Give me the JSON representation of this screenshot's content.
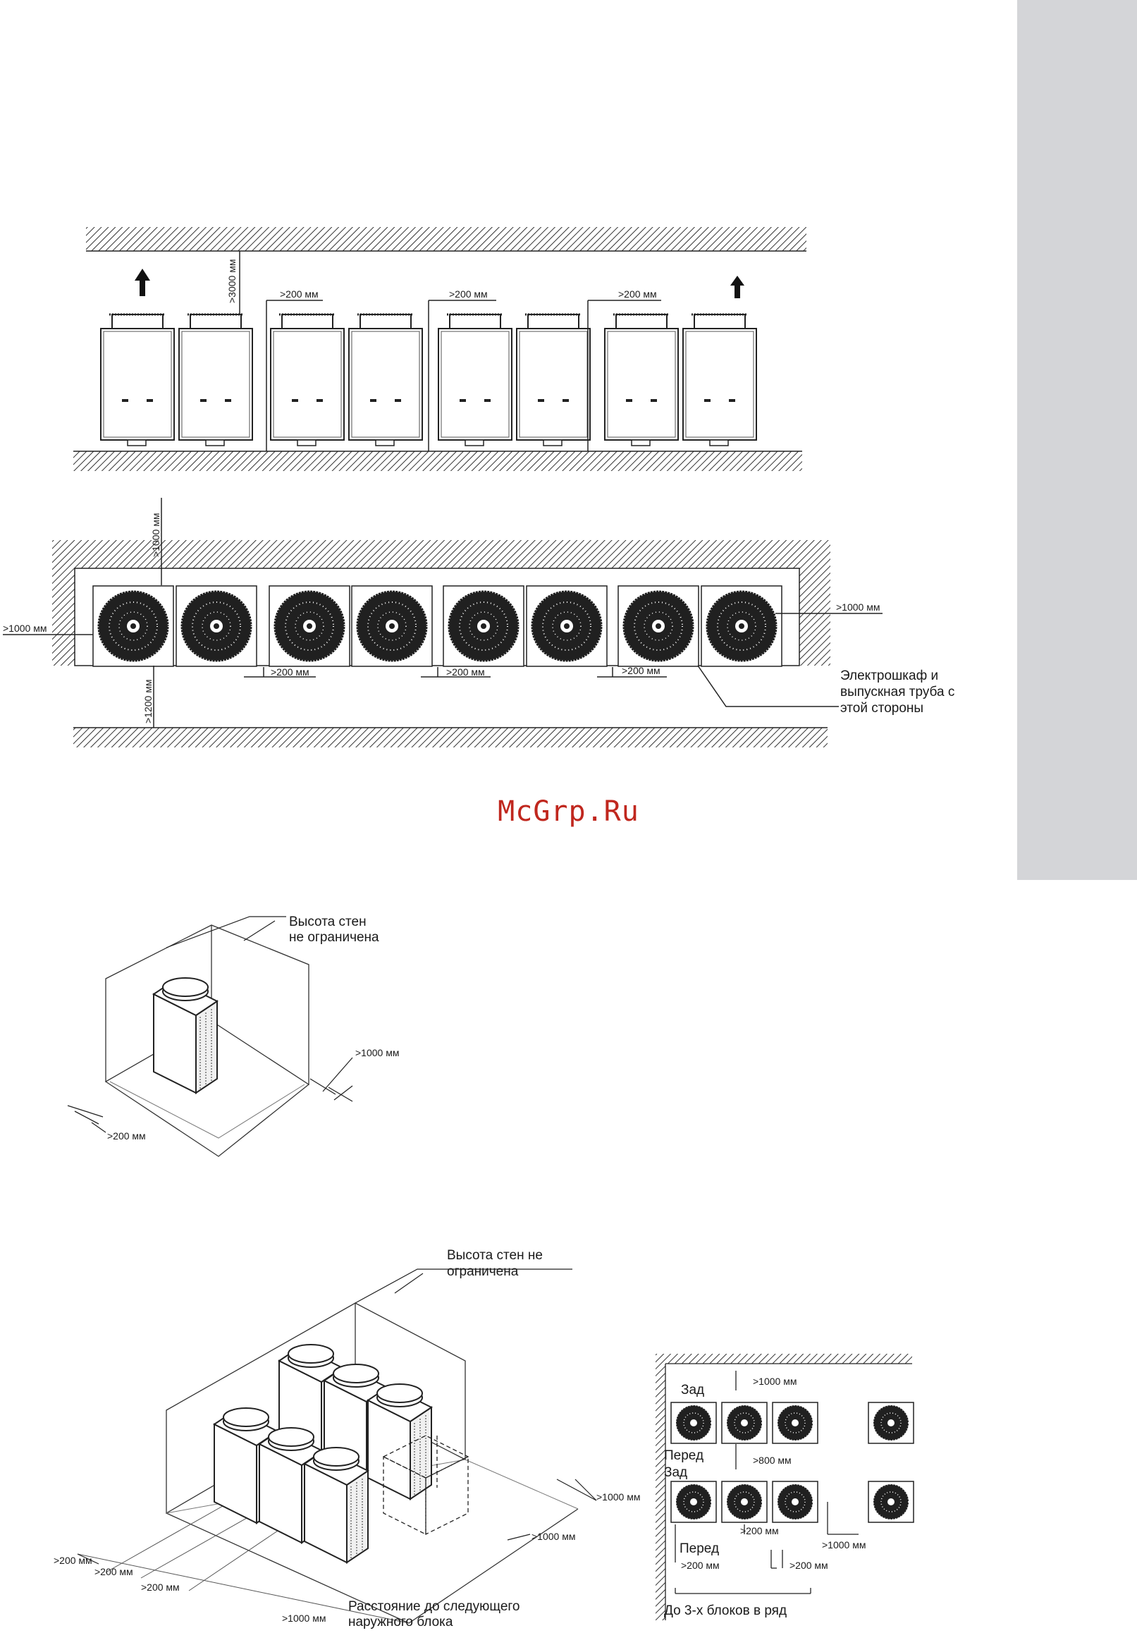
{
  "colors": {
    "side_tab": "#d4d5d8",
    "watermark": "#c0271e",
    "line": "#1a1a1a"
  },
  "watermark": "McGrp.Ru",
  "front_view": {
    "top_clearance": ">3000 мм",
    "gap_labels": [
      ">200 мм",
      ">200 мм",
      ">200 мм"
    ],
    "airflow_icon": "up-arrow-icon"
  },
  "top_view": {
    "top_clearance": ">1000 мм",
    "left_clearance": ">1000 мм",
    "right_clearance": ">1000 мм",
    "bottom_clearance": ">1200 мм",
    "gap_labels": [
      ">200 мм",
      ">200 мм",
      ">200 мм"
    ],
    "note_lines": [
      "Электрошкаф и",
      "выпускная труба с",
      "этой стороны"
    ]
  },
  "single_unit": {
    "wall_note_lines": [
      "Высота стен",
      "не ограничена"
    ],
    "right_clearance": ">1000 мм",
    "front_clearance": ">200 мм"
  },
  "multi_unit": {
    "wall_note_lines": [
      "Высота стен не",
      "ограничена"
    ],
    "dims": [
      ">1000 мм",
      ">1000 мм",
      ">200 мм",
      ">200 мм",
      ">200 мм",
      ">1000 мм"
    ],
    "next_unit_lines": [
      "Расстояние до следующего",
      "наружного блока"
    ]
  },
  "rows_plan": {
    "rear_1": "Зад",
    "front_1": "Перед",
    "rear_2": "Зад",
    "front_2": "Перед",
    "rear_clearance": ">1000 мм",
    "row_gap": ">800 мм",
    "unit_gap": ">200 мм",
    "group_gap": ">1000 мм",
    "front_left": ">200 мм",
    "front_right": ">200 мм",
    "caption": "До 3-х блоков в ряд"
  }
}
